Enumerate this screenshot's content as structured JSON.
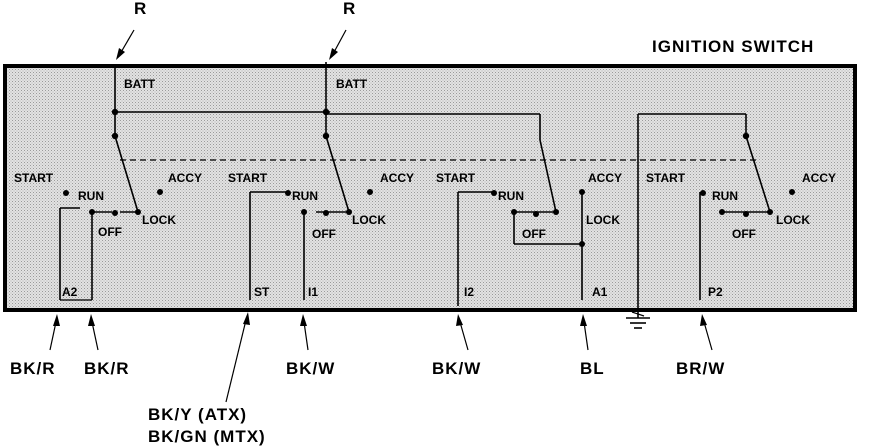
{
  "title": "IGNITION SWITCH",
  "supply_labels": [
    "R",
    "R"
  ],
  "battery_labels": [
    "BATT",
    "BATT"
  ],
  "positions": {
    "start": "START",
    "run": "RUN",
    "accy": "ACCY",
    "lock": "LOCK",
    "off": "OFF"
  },
  "terminals": [
    "A2",
    "ST",
    "I1",
    "I2",
    "A1",
    "P2"
  ],
  "wire_colors": {
    "a2_left": "BK/R",
    "a2_right": "BK/R",
    "st_line1": "BK/Y (ATX)",
    "st_line2": "BK/GN (MTX)",
    "i1": "BK/W",
    "i2": "BK/W",
    "a1": "BL",
    "p2": "BR/W"
  },
  "colors": {
    "panel_fill": "#d9d9d9",
    "ink": "#000000"
  }
}
